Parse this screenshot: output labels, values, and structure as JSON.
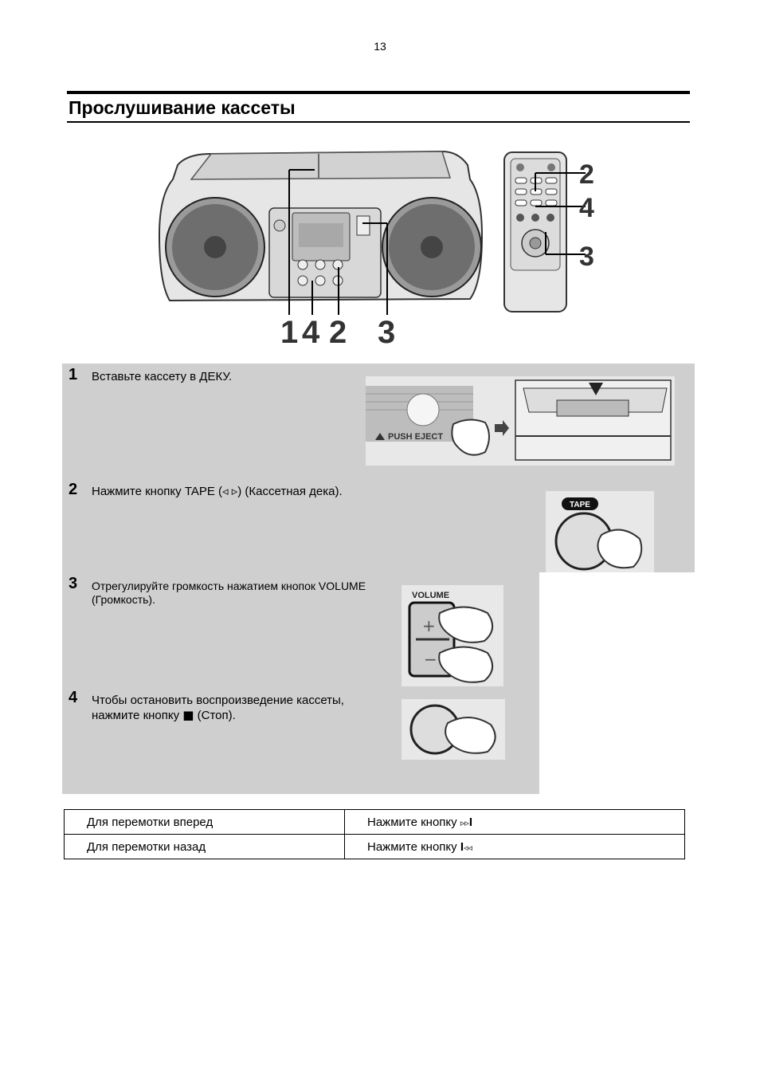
{
  "page_number": "13",
  "title": "Прослушивание кассеты",
  "main_figure": {
    "unit_callouts": [
      "1",
      "4",
      "2",
      "3"
    ],
    "remote_callouts": [
      "2",
      "4",
      "3"
    ]
  },
  "steps": [
    {
      "num": "1",
      "text": "Вставьте кассету в ДЕКУ.",
      "illustration_label": "PUSH EJECT"
    },
    {
      "num": "2",
      "text": "Нажмите кнопку TAPE (◃ ▹) (Кассетная дека).",
      "illustration_label": "TAPE"
    },
    {
      "num": "3",
      "text_line1": "Отрегулируйте громкость нажатием кнопок VOLUME",
      "text_line2": "(Громкость).",
      "illustration_label": "VOLUME"
    },
    {
      "num": "4",
      "text_line1": "Чтобы остановить воспроизведение кассеты,",
      "text_line2_before": "нажмите кнопку",
      "stop_glyph": "■",
      "text_line2_after": "(Стоп)."
    }
  ],
  "table": {
    "rows": [
      {
        "label": "Для перемотки вперед",
        "action": "Нажмите кнопку",
        "glyph": "▹▹",
        "glyph_bar": "I"
      },
      {
        "label": "Для перемотки назад",
        "action": "Нажмите кнопку",
        "glyph_bar": "I",
        "glyph": "◃◃"
      }
    ]
  }
}
